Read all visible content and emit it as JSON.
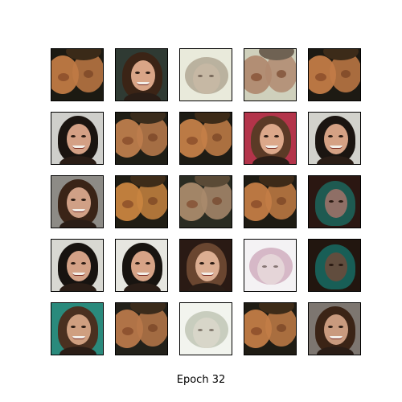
{
  "figure": {
    "caption": "Epoch 32",
    "rows": 5,
    "cols": 5,
    "samples": [
      {
        "kind": "distorted",
        "bg": "#1c1a12",
        "hair": "#3a2a18",
        "skin": "#c07a45"
      },
      {
        "kind": "face",
        "bg": "#2f3a33",
        "hair": "#3b2416",
        "skin": "#d9a587"
      },
      {
        "kind": "pale",
        "bg": "#e9eadb",
        "hair": "#a59a86",
        "skin": "#c9b9a5"
      },
      {
        "kind": "distorted",
        "bg": "#cfd0bc",
        "hair": "#6f6253",
        "skin": "#b08a70"
      },
      {
        "kind": "distorted",
        "bg": "#1d1a13",
        "hair": "#3c2b19",
        "skin": "#c27b46"
      },
      {
        "kind": "face",
        "bg": "#cfcfcb",
        "hair": "#1a1410",
        "skin": "#d4a085"
      },
      {
        "kind": "distorted",
        "bg": "#1f1e16",
        "hair": "#3a2c1c",
        "skin": "#bd7d4c"
      },
      {
        "kind": "distorted",
        "bg": "#1e1c15",
        "hair": "#3d2b18",
        "skin": "#c47f48"
      },
      {
        "kind": "face",
        "bg": "#b3344a",
        "hair": "#5b3a26",
        "skin": "#dca88a"
      },
      {
        "kind": "face",
        "bg": "#d2d2cc",
        "hair": "#1b1511",
        "skin": "#d5a184"
      },
      {
        "kind": "face",
        "bg": "#8d8b86",
        "hair": "#3a2417",
        "skin": "#d0a086"
      },
      {
        "kind": "distorted",
        "bg": "#201d14",
        "hair": "#3e2c19",
        "skin": "#c8843f"
      },
      {
        "kind": "distorted",
        "bg": "#2a2c22",
        "hair": "#5a4a36",
        "skin": "#a98a6c"
      },
      {
        "kind": "distorted",
        "bg": "#1e1b13",
        "hair": "#3d2a18",
        "skin": "#c37c45"
      },
      {
        "kind": "dark",
        "bg": "#2b1712",
        "hair": "#1c6c62",
        "skin": "#a3736a"
      },
      {
        "kind": "face",
        "bg": "#d8d8d2",
        "hair": "#171310",
        "skin": "#d3a186"
      },
      {
        "kind": "face",
        "bg": "#e6e6e0",
        "hair": "#181410",
        "skin": "#d6a386"
      },
      {
        "kind": "face",
        "bg": "#2a1a14",
        "hair": "#6a4630",
        "skin": "#dcae92"
      },
      {
        "kind": "pale",
        "bg": "#f4f2f4",
        "hair": "#c9a0b4",
        "skin": "#e8dcdc"
      },
      {
        "kind": "dark",
        "bg": "#22160f",
        "hair": "#167068",
        "skin": "#6e4a3a"
      },
      {
        "kind": "face",
        "bg": "#2a8a7c",
        "hair": "#4a3020",
        "skin": "#cf9f80"
      },
      {
        "kind": "distorted",
        "bg": "#23211a",
        "hair": "#3b2b1b",
        "skin": "#b8784a"
      },
      {
        "kind": "pale",
        "bg": "#f2f4ee",
        "hair": "#b7bcaa",
        "skin": "#dcd8cc"
      },
      {
        "kind": "distorted",
        "bg": "#1f1c14",
        "hair": "#3d2b18",
        "skin": "#c27c46"
      },
      {
        "kind": "face",
        "bg": "#7d7670",
        "hair": "#3b2416",
        "skin": "#c99a7e"
      }
    ]
  }
}
